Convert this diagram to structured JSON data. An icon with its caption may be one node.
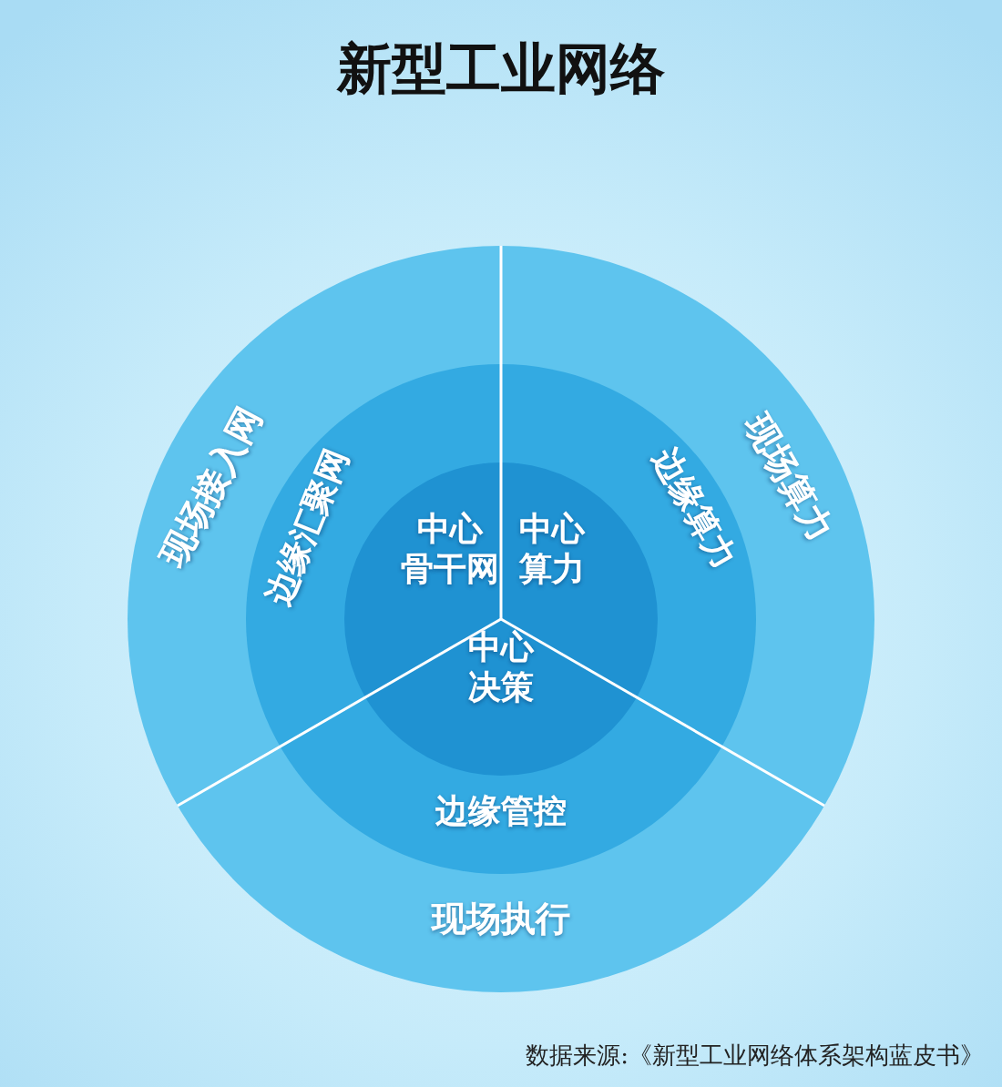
{
  "diagram": {
    "title": "新型工业网络",
    "nodes": [
      {
        "text": [
          "现场接入网",
          "现场算力",
          "现场执行"
        ]
      },
      {
        "text": [
          "边缘汇聚网",
          "边缘算力",
          "边缘管控"
        ],
        "in": 0
      },
      {
        "text": [
          "中心",
          "骨干网",
          "中心",
          "算力",
          "中心",
          "决策"
        ],
        "in": 1
      }
    ],
    "labels": [
      "数据来源:《新型工业网络体系架构蓝皮书》"
    ]
  }
}
